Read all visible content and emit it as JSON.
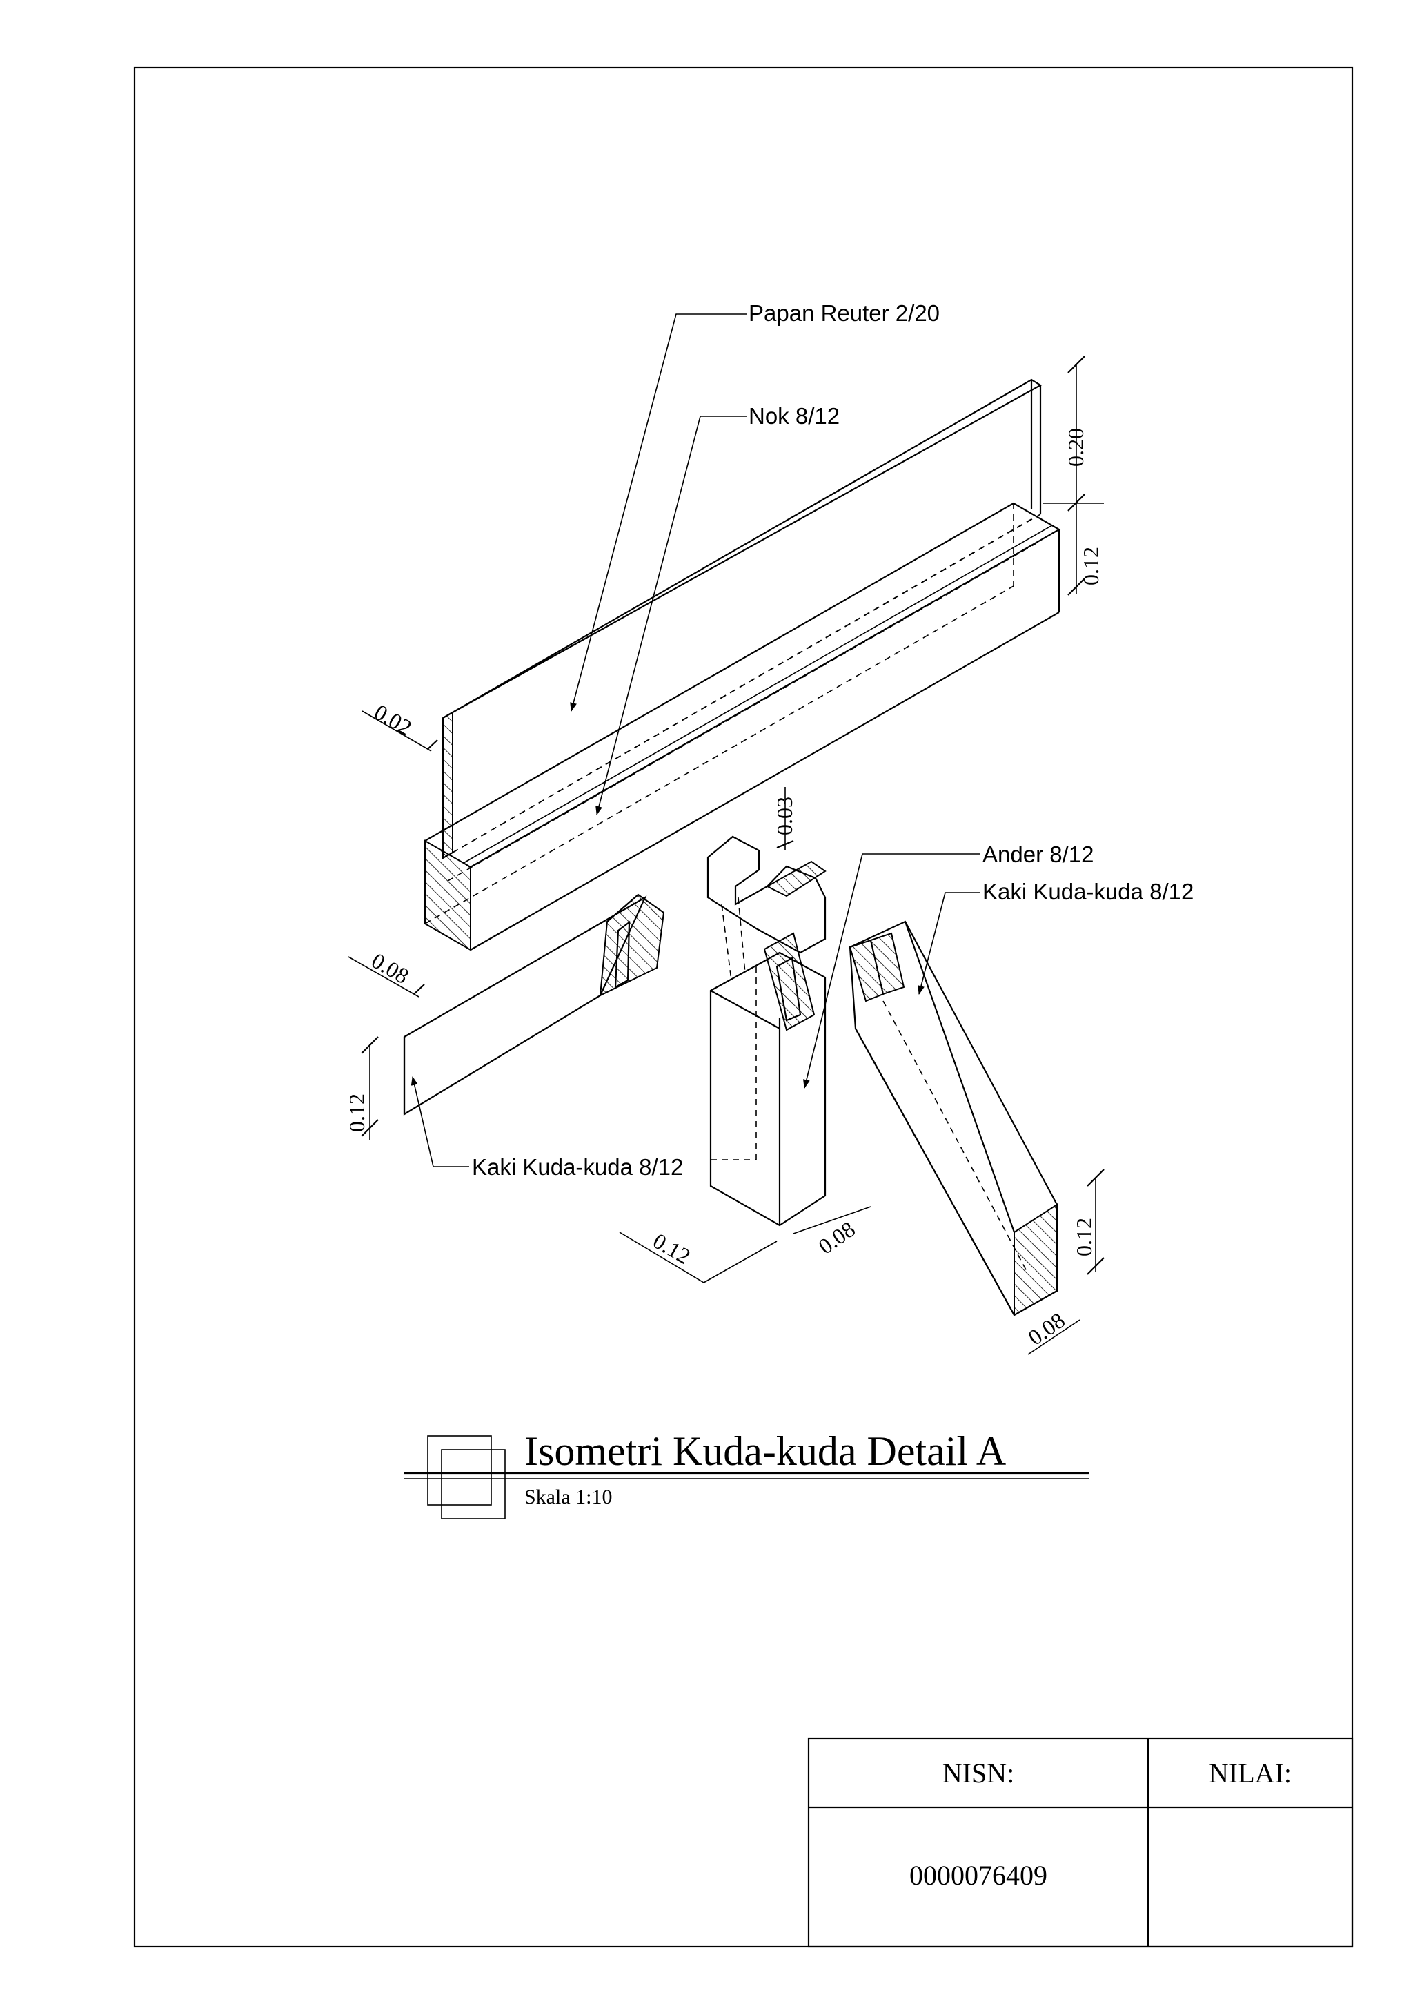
{
  "drawing": {
    "labels": {
      "papan_reuter": "Papan Reuter 2/20",
      "nok": "Nok 8/12",
      "ander": "Ander 8/12",
      "kaki_right": "Kaki Kuda-kuda 8/12",
      "kaki_left": "Kaki Kuda-kuda 8/12"
    },
    "dimensions": {
      "papan_height": "0.20",
      "nok_height": "0.12",
      "papan_thickness": "0.02",
      "nok_width": "0.08",
      "notch_depth": "0.03",
      "kaki_left_height": "0.12",
      "ander_width": "0.12",
      "ander_depth": "0.08",
      "kaki_right_height": "0.12",
      "kaki_right_width": "0.08"
    }
  },
  "title_block": {
    "title": "Isometri Kuda-kuda Detail A",
    "scale": "Skala 1:10"
  },
  "info_table": {
    "nisn_label": "NISN:",
    "nilai_label": "NILAI:",
    "nisn_value": "0000076409",
    "nilai_value": ""
  }
}
